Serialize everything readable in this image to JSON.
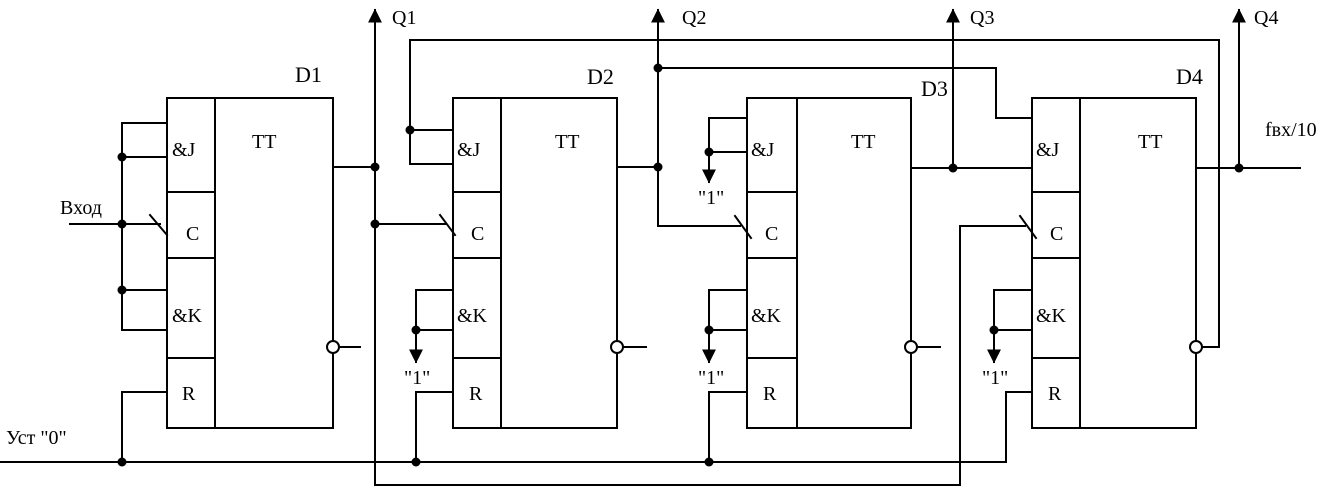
{
  "title": "",
  "input_label": "Вход",
  "reset_label": "Уст \"0\"",
  "output_label": "fвх/10",
  "one_label": "\"1\"",
  "triggers": [
    {
      "name": "D1",
      "type": "TT",
      "j": "&J",
      "c": "C",
      "k": "&K",
      "r": "R"
    },
    {
      "name": "D2",
      "type": "TT",
      "j": "&J",
      "c": "C",
      "k": "&K",
      "r": "R"
    },
    {
      "name": "D3",
      "type": "TT",
      "j": "&J",
      "c": "C",
      "k": "&K",
      "r": "R"
    },
    {
      "name": "D4",
      "type": "TT",
      "j": "&J",
      "c": "C",
      "k": "&K",
      "r": "R"
    }
  ],
  "outputs": [
    "Q1",
    "Q2",
    "Q3",
    "Q4"
  ]
}
